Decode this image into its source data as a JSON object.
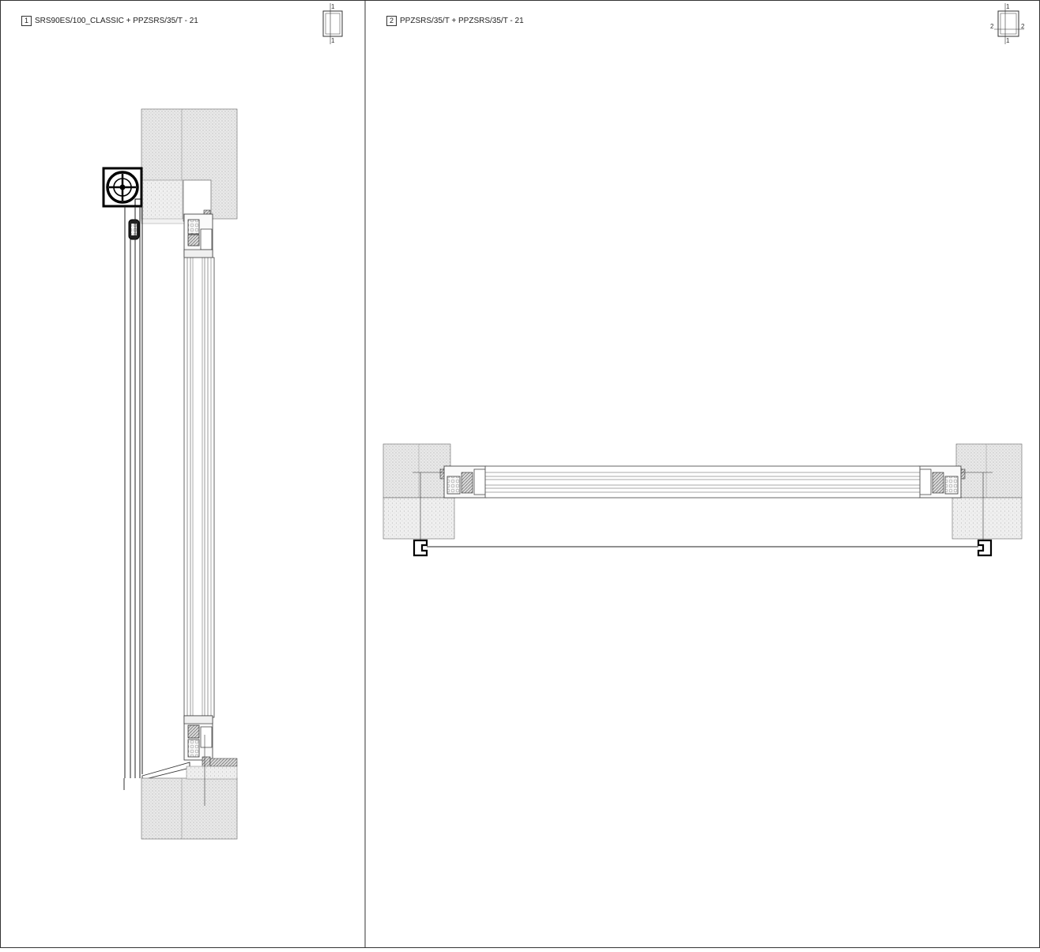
{
  "sheet": {
    "panel1": {
      "number": "1",
      "title": "SRS90ES/100_CLASSIC + PPZSRS/35/T - 21",
      "key_mark": "1"
    },
    "panel2": {
      "number": "2",
      "title": "PPZSRS/35/T + PPZSRS/35/T - 21",
      "key_mark_v": "1",
      "key_mark_h": "2"
    }
  }
}
